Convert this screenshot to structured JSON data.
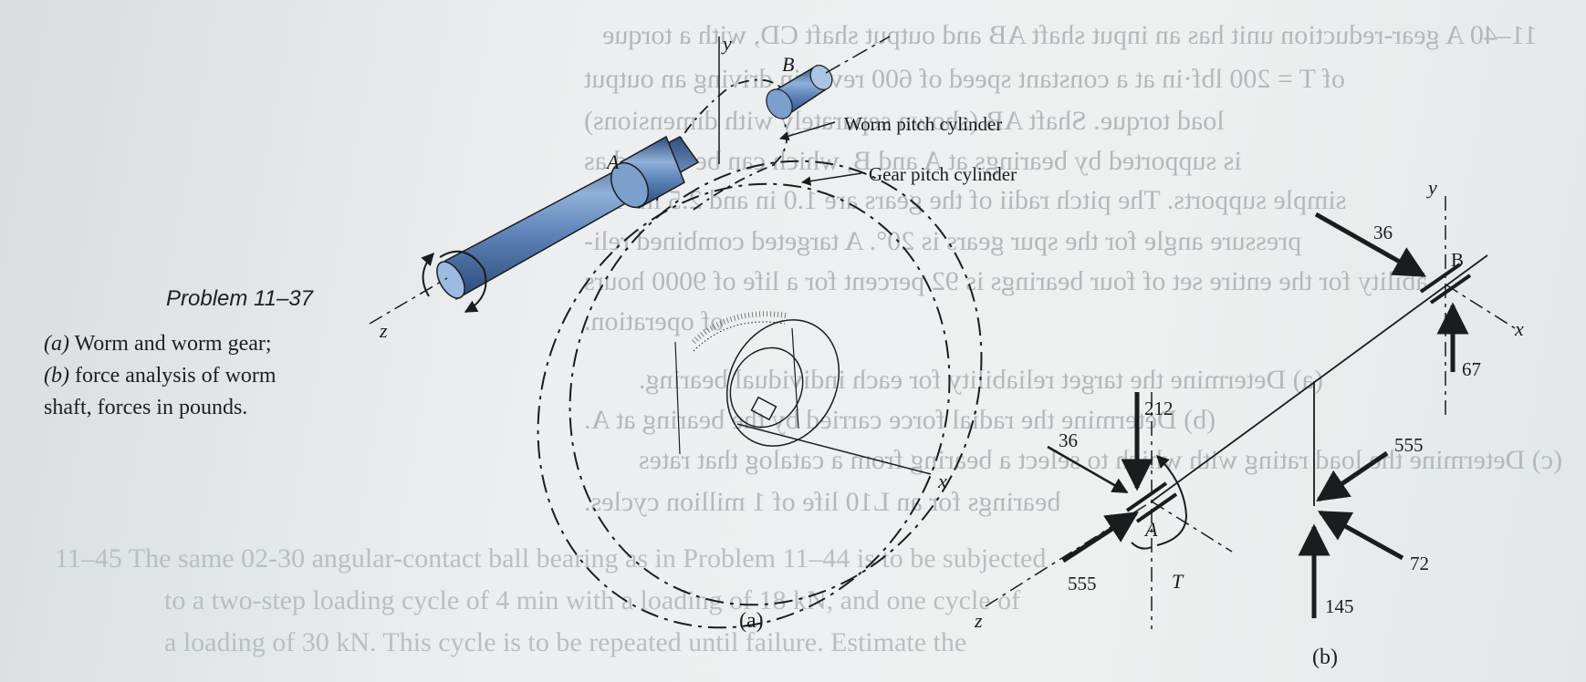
{
  "caption": {
    "problem_title": "Problem 11–37",
    "line1_part": "(a)",
    "line1_text": "Worm and worm gear;",
    "line2_part": "(b)",
    "line2_text": "force analysis of worm",
    "line3_text": "shaft, forces in pounds."
  },
  "figure_a": {
    "label": "(a)",
    "worm_pitch_cylinder": "Worm pitch cylinder",
    "gear_pitch_cylinder": "Gear pitch cylinder",
    "bearing_a": "A",
    "bearing_b": "B",
    "axis_x": "x",
    "axis_y": "y",
    "axis_z": "z"
  },
  "figure_b": {
    "label": "(b)",
    "bearing_a": "A",
    "bearing_b": "B",
    "axis_x": "x",
    "axis_y": "y",
    "axis_z": "z",
    "torque": "T",
    "forces": {
      "b_36": "36",
      "b_67": "67",
      "a_212": "212",
      "a_36": "36",
      "a_555": "555",
      "mesh_555": "555",
      "mesh_72": "72",
      "mesh_145": "145"
    }
  },
  "colors": {
    "ink": "#1b1c1d",
    "shaft_blue": "#4a72a8",
    "paper": "#eceeef"
  },
  "icons": {
    "torque_arrow": "curved-arrow-icon",
    "force_arrow": "arrow-icon"
  }
}
